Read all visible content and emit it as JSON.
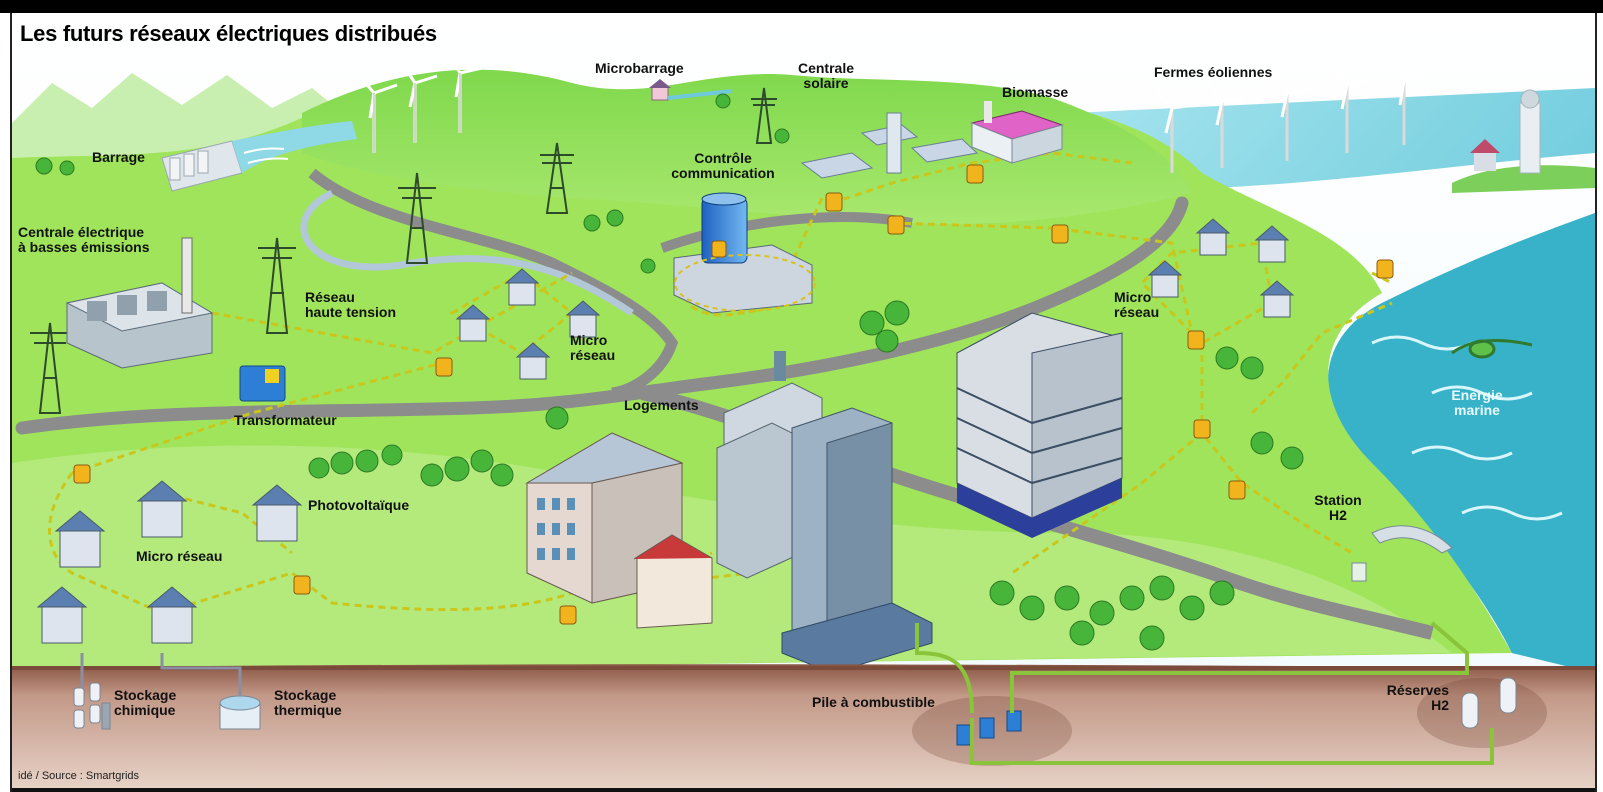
{
  "title": "Les futurs réseaux électriques distribués",
  "credit": "idé / Source : Smartgrids",
  "labels": {
    "barrage": "Barrage",
    "microbarrage": "Microbarrage",
    "centrale_solaire_1": "Centrale",
    "centrale_solaire_2": "solaire",
    "biomasse": "Biomasse",
    "fermes_eoliennes": "Fermes éoliennes",
    "controle_1": "Contrôle",
    "controle_2": "communication",
    "centrale_basses_1": "Centrale électrique",
    "centrale_basses_2": "à basses émissions",
    "reseau_ht_1": "Réseau",
    "reseau_ht_2": "haute tension",
    "micro_reseau_a_1": "Micro",
    "micro_reseau_a_2": "réseau",
    "micro_reseau_b_1": "Micro",
    "micro_reseau_b_2": "réseau",
    "transformateur": "Transformateur",
    "logements": "Logements",
    "photovoltaique": "Photovoltaïque",
    "micro_reseau_c": "Micro réseau",
    "energie_marine_1": "Energie",
    "energie_marine_2": "marine",
    "station_1": "Station",
    "station_2": "H2",
    "stockage_chimique_1": "Stockage",
    "stockage_chimique_2": "chimique",
    "stockage_thermique_1": "Stockage",
    "stockage_thermique_2": "thermique",
    "pile_combustible": "Pile à combustible",
    "reserves_1": "Réserves",
    "reserves_2": "H2"
  },
  "colors": {
    "grass": "#8edc3c",
    "grass_light": "#b9ec8a",
    "hill": "#6fcf3a",
    "sea": "#6ec9d6",
    "sea_deep": "#2fa7c0",
    "road": "#8e8e8e",
    "ground": "#a9735e",
    "cable": "#c8c81e",
    "smart_box": "#f0b81c"
  }
}
